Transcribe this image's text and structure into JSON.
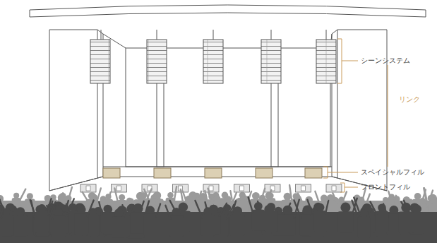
{
  "diagram": {
    "labels": [
      "シーンシステム",
      "リンク",
      "スペイシャルフィル",
      "フロントフィル"
    ]
  }
}
